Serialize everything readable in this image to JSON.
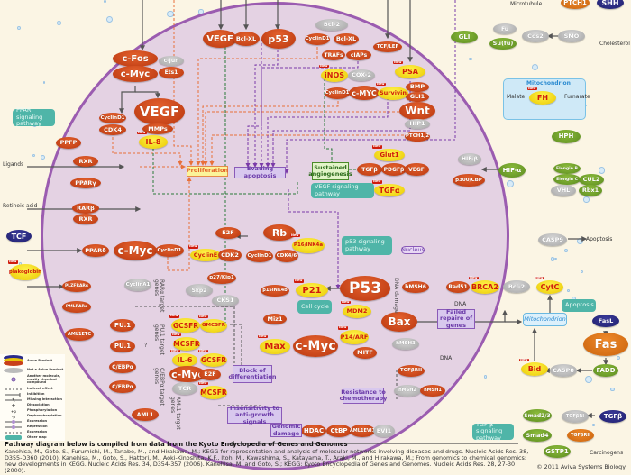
{
  "colors": {
    "aviva_product": "#c8401a",
    "not_aviva": "#b4b4b4",
    "new_product": "#f5da10",
    "cell": "#e4d2e3",
    "membrane": "#9b5cb0",
    "other_map": "#4fb5a8",
    "background": "#fbf5e4"
  },
  "nodes": [
    {
      "label": "c-Fos",
      "kind": "r"
    },
    {
      "label": "c-Jun",
      "kind": "g"
    },
    {
      "label": "c-Myc",
      "kind": "r"
    },
    {
      "label": "Ets1",
      "kind": "r"
    },
    {
      "label": "VEGF",
      "kind": "r"
    },
    {
      "label": "MMPs",
      "kind": "r"
    },
    {
      "label": "IL-8",
      "kind": "y",
      "new": true
    },
    {
      "label": "CyclinD1",
      "kind": "r"
    },
    {
      "label": "CDK4",
      "kind": "r"
    },
    {
      "label": "VEGF",
      "kind": "r"
    },
    {
      "label": "Bcl-XL",
      "kind": "r"
    },
    {
      "label": "p53",
      "kind": "r"
    },
    {
      "label": "Bcl-2",
      "kind": "g"
    },
    {
      "label": "CyclinD1",
      "kind": "r"
    },
    {
      "label": "Bcl-XL",
      "kind": "r"
    },
    {
      "label": "TRAFs",
      "kind": "r"
    },
    {
      "label": "cIAPs",
      "kind": "r"
    },
    {
      "label": "TCF/LEF",
      "kind": "r"
    },
    {
      "label": "iNOS",
      "kind": "y",
      "new": true
    },
    {
      "label": "COX-2",
      "kind": "g"
    },
    {
      "label": "CyclinD1",
      "kind": "r"
    },
    {
      "label": "c-MYC",
      "kind": "r"
    },
    {
      "label": "Survivin",
      "kind": "y",
      "new": true
    },
    {
      "label": "PSA",
      "kind": "y",
      "new": true
    },
    {
      "label": "BMP",
      "kind": "r"
    },
    {
      "label": "GLI1",
      "kind": "r"
    },
    {
      "label": "Wnt",
      "kind": "r"
    },
    {
      "label": "HIP1",
      "kind": "g"
    },
    {
      "label": "PTCH1,2",
      "kind": "r"
    },
    {
      "label": "Glut1",
      "kind": "y",
      "new": true
    },
    {
      "label": "TGFβ",
      "kind": "r"
    },
    {
      "label": "PDGFβ",
      "kind": "r"
    },
    {
      "label": "VEGF",
      "kind": "r"
    },
    {
      "label": "TGFα",
      "kind": "y",
      "new": true
    },
    {
      "label": "HIF-β",
      "kind": "g"
    },
    {
      "label": "p300/CBP",
      "kind": "r"
    },
    {
      "label": "PPFP",
      "kind": "r"
    },
    {
      "label": "RXR",
      "kind": "r"
    },
    {
      "label": "PPARγ",
      "kind": "r"
    },
    {
      "label": "RARβ",
      "kind": "r"
    },
    {
      "label": "RXR",
      "kind": "r"
    },
    {
      "label": "TCF",
      "kind": "n"
    },
    {
      "label": "plakoglobin",
      "kind": "y",
      "new": true
    },
    {
      "label": "PPARδ",
      "kind": "r"
    },
    {
      "label": "c-Myc",
      "kind": "r"
    },
    {
      "label": "CyclinD1",
      "kind": "r"
    },
    {
      "label": "E2F",
      "kind": "r"
    },
    {
      "label": "Rb",
      "kind": "r"
    },
    {
      "label": "P16/INK4a",
      "kind": "y",
      "new": true
    },
    {
      "label": "CyclinE",
      "kind": "y",
      "new": true
    },
    {
      "label": "CDK2",
      "kind": "r"
    },
    {
      "label": "CyclinD1",
      "kind": "r"
    },
    {
      "label": "CDK4/6",
      "kind": "r"
    },
    {
      "label": "p27/Kip1",
      "kind": "r"
    },
    {
      "label": "Skp2",
      "kind": "g"
    },
    {
      "label": "CKS1",
      "kind": "g"
    },
    {
      "label": "p15INK4b",
      "kind": "r"
    },
    {
      "label": "P21",
      "kind": "y",
      "new": true
    },
    {
      "label": "P53",
      "kind": "r"
    },
    {
      "label": "hMSH6",
      "kind": "r"
    },
    {
      "label": "Rad51",
      "kind": "r"
    },
    {
      "label": "BRCA2",
      "kind": "y",
      "new": true
    },
    {
      "label": "MDM2",
      "kind": "y",
      "new": true
    },
    {
      "label": "Miz1",
      "kind": "r"
    },
    {
      "label": "Max",
      "kind": "y",
      "new": true
    },
    {
      "label": "c-Myc",
      "kind": "r"
    },
    {
      "label": "P14/ARF",
      "kind": "y",
      "new": true
    },
    {
      "label": "MITF",
      "kind": "r"
    },
    {
      "label": "Bax",
      "kind": "r"
    },
    {
      "label": "hMSH3",
      "kind": "g"
    },
    {
      "label": "TGFβRII",
      "kind": "r"
    },
    {
      "label": "hMSH2",
      "kind": "g"
    },
    {
      "label": "hMSH1",
      "kind": "r"
    },
    {
      "label": "PLZFRARα",
      "kind": "r"
    },
    {
      "label": "PMLRARα",
      "kind": "r"
    },
    {
      "label": "AML1ETC",
      "kind": "r"
    },
    {
      "label": "PU.1",
      "kind": "r"
    },
    {
      "label": "PU.1",
      "kind": "r"
    },
    {
      "label": "C/EBPα",
      "kind": "r"
    },
    {
      "label": "C/EBPα",
      "kind": "r"
    },
    {
      "label": "AML1",
      "kind": "r"
    },
    {
      "label": "CyclinA1",
      "kind": "g"
    },
    {
      "label": "GCSFR",
      "kind": "y",
      "new": true
    },
    {
      "label": "GMCSFR",
      "kind": "y",
      "new": true
    },
    {
      "label": "MCSFR",
      "kind": "y",
      "new": true
    },
    {
      "label": "IL-6",
      "kind": "y",
      "new": true
    },
    {
      "label": "GCSFR",
      "kind": "y",
      "new": true
    },
    {
      "label": "c-Myc",
      "kind": "r"
    },
    {
      "label": "E2F",
      "kind": "r"
    },
    {
      "label": "TCR",
      "kind": "g"
    },
    {
      "label": "MCSFR",
      "kind": "y",
      "new": true
    },
    {
      "label": "HDAC",
      "kind": "r"
    },
    {
      "label": "CtBP",
      "kind": "r"
    },
    {
      "label": "AML1EVI1",
      "kind": "r"
    },
    {
      "label": "EVI1",
      "kind": "g"
    },
    {
      "label": "GLI",
      "kind": "gr"
    },
    {
      "label": "Fu",
      "kind": "g"
    },
    {
      "label": "Su(fu)",
      "kind": "gr"
    },
    {
      "label": "Cos2",
      "kind": "g"
    },
    {
      "label": "SMO",
      "kind": "g"
    },
    {
      "label": "PTCH1",
      "kind": "o"
    },
    {
      "label": "SHH",
      "kind": "n"
    },
    {
      "label": "FH",
      "kind": "y",
      "new": true
    },
    {
      "label": "HPH",
      "kind": "gr"
    },
    {
      "label": "HIF-α",
      "kind": "gr"
    },
    {
      "label": "Elongin B",
      "kind": "gr"
    },
    {
      "label": "Elongin C",
      "kind": "gr"
    },
    {
      "label": "CUL2",
      "kind": "gr"
    },
    {
      "label": "VHL",
      "kind": "g"
    },
    {
      "label": "Rbx1",
      "kind": "gr"
    },
    {
      "label": "CASP9",
      "kind": "g"
    },
    {
      "label": "Bcl-2",
      "kind": "g"
    },
    {
      "label": "CytC",
      "kind": "y",
      "new": true
    },
    {
      "label": "FasL",
      "kind": "n"
    },
    {
      "label": "Fas",
      "kind": "o"
    },
    {
      "label": "FADD",
      "kind": "gr"
    },
    {
      "label": "CASP8",
      "kind": "g"
    },
    {
      "label": "Bid",
      "kind": "y",
      "new": true
    },
    {
      "label": "Smad2/3",
      "kind": "gr"
    },
    {
      "label": "TGFβRI",
      "kind": "g"
    },
    {
      "label": "TGFβ",
      "kind": "n"
    },
    {
      "label": "Smad4",
      "kind": "gr"
    },
    {
      "label": "TGFβRII",
      "kind": "o"
    },
    {
      "label": "GSTP1",
      "kind": "gr"
    }
  ],
  "new_badge": "New",
  "boxes": [
    {
      "label": "Proliferation",
      "kind": "prolif"
    },
    {
      "label": "Evading apoptosis",
      "kind": "purple"
    },
    {
      "label": "Sustained angiogenesis",
      "kind": "green"
    },
    {
      "label": "Block of differentiation",
      "kind": "purple"
    },
    {
      "label": "Insensitivity to anti-growth signals",
      "kind": "purple"
    },
    {
      "label": "Genomic damage",
      "kind": "purple"
    },
    {
      "label": "Resistance to chemotherapy",
      "kind": "purple"
    },
    {
      "label": "Failed repaire of genes",
      "kind": "purple"
    },
    {
      "label": "PPAR signaling pathway",
      "kind": "teal"
    },
    {
      "label": "VEGF signaling pathway",
      "kind": "teal"
    },
    {
      "label": "p53 signaling pathway",
      "kind": "teal"
    },
    {
      "label": "Cell cycle",
      "kind": "teal"
    },
    {
      "label": "Apoptosis",
      "kind": "teal"
    },
    {
      "label": "TGF-β signaling pathway",
      "kind": "teal"
    },
    {
      "label": "Nucleus",
      "kind": "nuc"
    },
    {
      "label": "Mitochondrion",
      "kind": "mito"
    }
  ],
  "labels": [
    "Ligands",
    "Retinoic acid",
    "Microtubule",
    "Cholesterol",
    "Mitochondrion",
    "Malate",
    "Fumarate",
    "Apoptosis",
    "DNA",
    "DNA",
    "Carcinogens",
    "DNA damage",
    "?"
  ],
  "target_gene_labels": [
    "RARα target genes",
    "PU.1 target genes",
    "C/EBPα target genes",
    "AML1 target genes"
  ],
  "legend": [
    "Aviva Product",
    "Not a Aviva Product",
    "Another molecule, mostly chemical compound",
    "Indirect effect",
    "Inhibition",
    "Missing interaction",
    "Dissociation",
    "Phosphorylation",
    "Dephosphorylation",
    "Expression",
    "Repression",
    "Expression",
    "Other map"
  ],
  "footer": {
    "title": "Pathway diagram below is compiled from data from the Kyoto Encyclopedia of Genes and Genomes",
    "citation": "Kanehisa, M., Goto, S., Furumichi, M., Tanabe, M., and Hirakawa, M.; KEGG for representation and analysis of molecular networks involving diseases and drugs. Nucleic Acids Res. 38, D355-D360 (2010). Kanehisa, M., Goto, S., Hattori, M., Aoki-Kinoshita, K.F., Itoh, M., Kawashima, S., Katayama, T., Araki, M., and Hirakawa, M.; From genomics to chemical genomics: new developments in KEGG. Nucleic Acids Res. 34, D354-357 (2006). Kanehisa, M. and Goto, S.; KEGG: Kyoto Encyclopedia of Genes and Genomes. Nucleic Acids Res. 28, 27-30 (2000).",
    "copyright": "© 2011 Aviva Systems Biology"
  }
}
